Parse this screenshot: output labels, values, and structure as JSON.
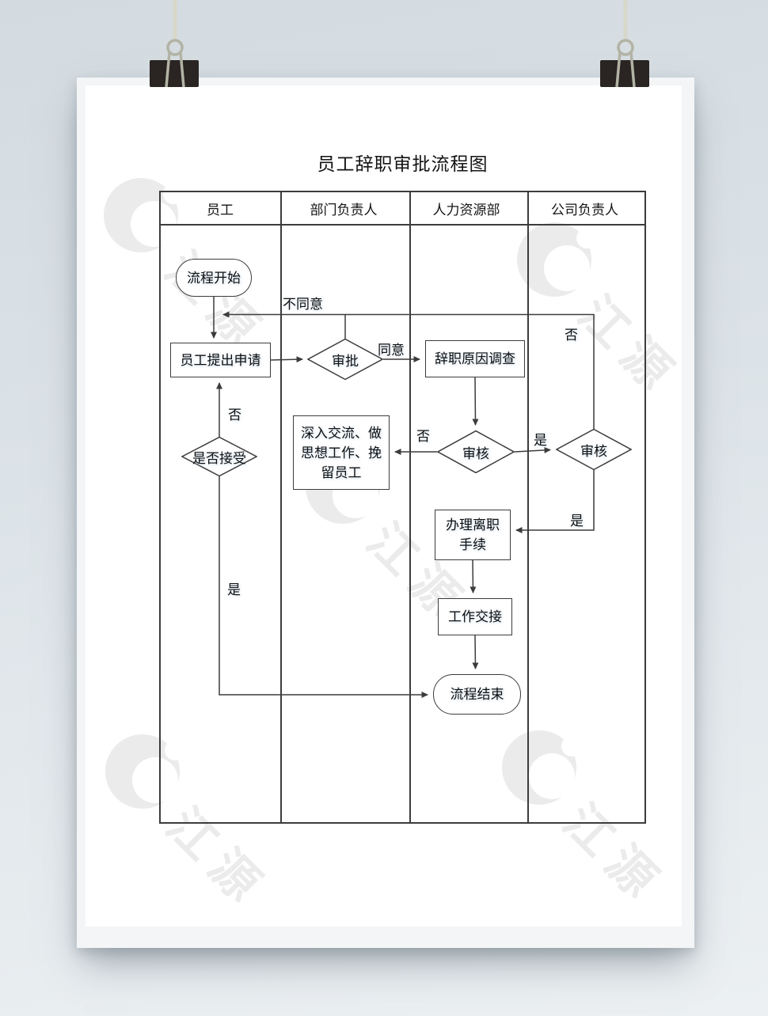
{
  "poster": {
    "title": "员工辞职审批流程图"
  },
  "lanes": [
    {
      "label": "员工"
    },
    {
      "label": "部门负责人"
    },
    {
      "label": "人力资源部"
    },
    {
      "label": "公司负责人"
    }
  ],
  "nodes": {
    "start": {
      "type": "terminator",
      "label": "流程开始"
    },
    "apply": {
      "type": "process",
      "label": "员工提出申请"
    },
    "approve": {
      "type": "decision",
      "label": "审批"
    },
    "investigate": {
      "type": "process",
      "label": "辞职原因调查"
    },
    "hr_review": {
      "type": "decision",
      "label": "审核"
    },
    "company_review": {
      "type": "decision",
      "label": "审核"
    },
    "persuade": {
      "type": "process",
      "lines": [
        "深入交流、做",
        "思想工作、挽",
        "留员工"
      ]
    },
    "accept": {
      "type": "decision",
      "label": "是否接受"
    },
    "procedure": {
      "type": "process",
      "lines": [
        "办理离职",
        "手续"
      ]
    },
    "handover": {
      "type": "process",
      "label": "工作交接"
    },
    "end": {
      "type": "terminator",
      "label": "流程结束"
    }
  },
  "edge_labels": {
    "disagree": "不同意",
    "agree": "同意",
    "hr_no": "否",
    "hr_yes": "是",
    "company_no": "否",
    "company_yes": "是",
    "accept_no": "否",
    "accept_yes": "是"
  },
  "watermark": {
    "chars": [
      "江",
      "源"
    ],
    "color": "#ebebeb"
  },
  "colors": {
    "line": "#3c3c3c",
    "paper": "#ffffff",
    "poster_back": "#f3f5f6",
    "background_top": "#d3dbe0",
    "background_bottom": "#ecf0f2",
    "clip_body": "#2a2422",
    "clip_wire": "#b3b3a5",
    "string": "#d8d8ca"
  }
}
